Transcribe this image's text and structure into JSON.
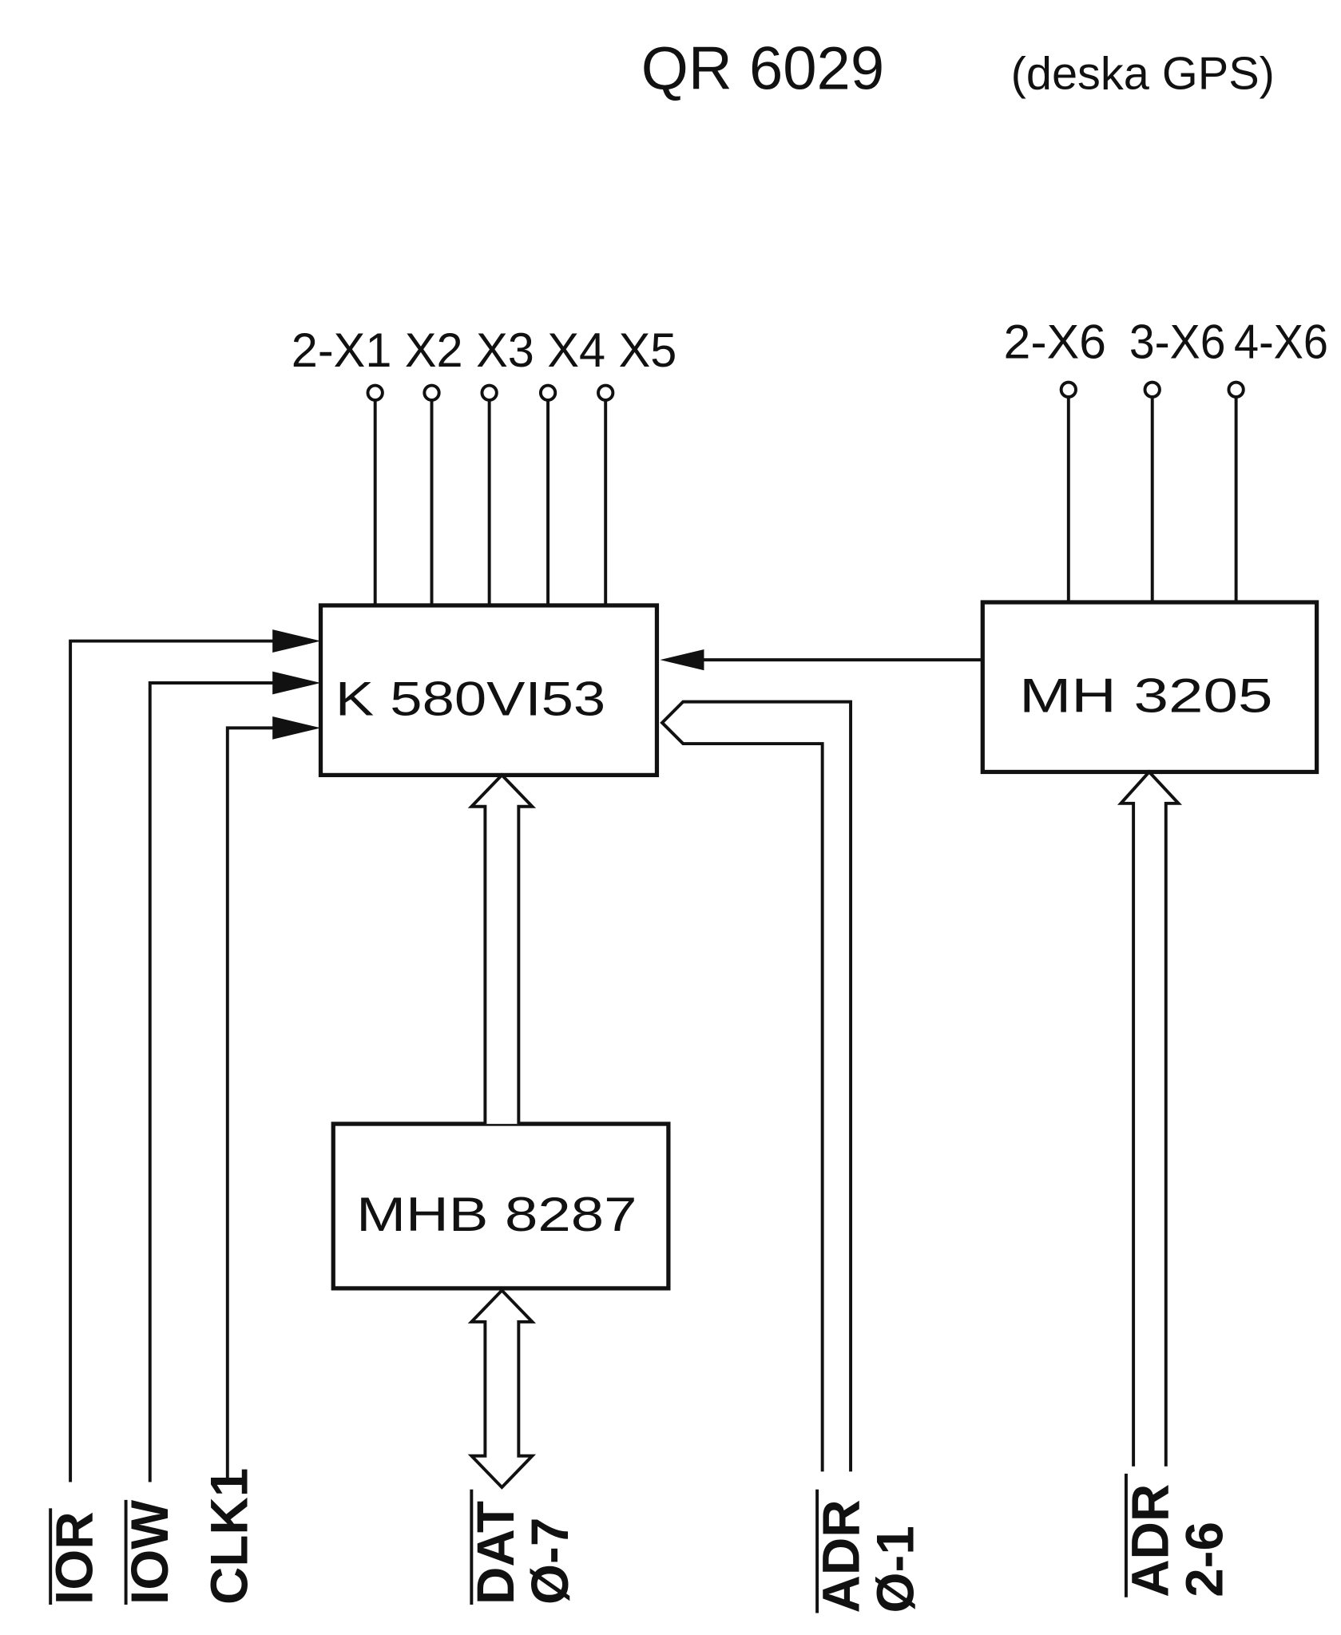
{
  "title": {
    "main": "QR 6029",
    "subtitle": "(deska GPS)"
  },
  "blocks": {
    "timer": "K 580VI53",
    "decoder": "MH 3205",
    "transceiver": "MHB 8287"
  },
  "outputs": {
    "timer_pins": "2-X1 X2 X3 X4 X5",
    "decoder_pins": [
      "2-X6",
      "3-X6",
      "4-X6"
    ]
  },
  "signals": {
    "ior": "IOR",
    "iow": "IOW",
    "clk": "CLK1",
    "dat": "DAT",
    "dat_range": "Ø-7",
    "adr_low": "ADR",
    "adr_low_range": "Ø-1",
    "adr_high": "ADR",
    "adr_high_range": "2-6"
  }
}
